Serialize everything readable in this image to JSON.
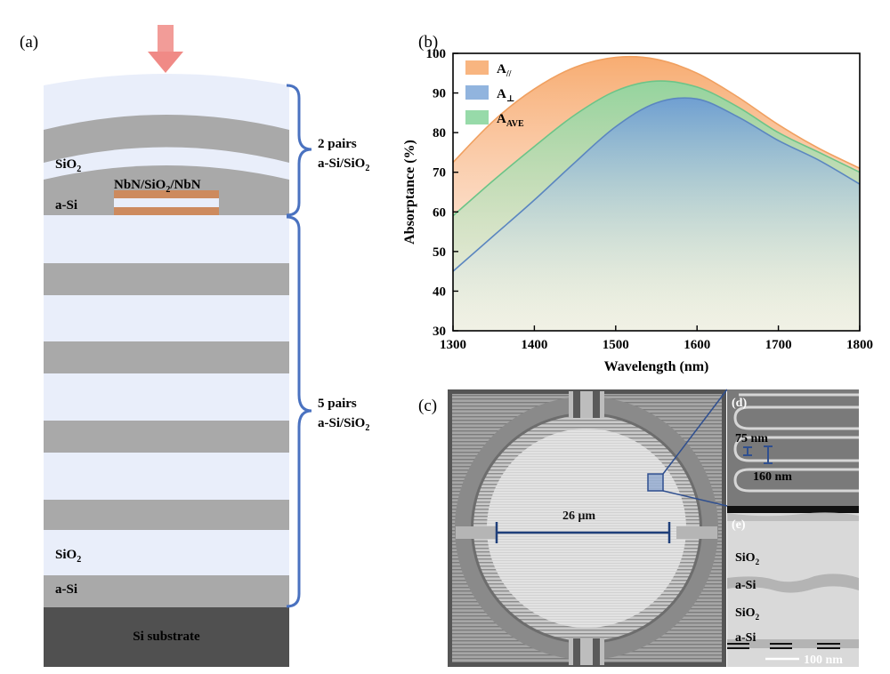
{
  "panels": {
    "a": {
      "label": "(a)",
      "top_pairs": "2 pairs",
      "top_pairs_mat": "a-Si/SiO",
      "bottom_pairs": "5 pairs",
      "bottom_pairs_mat": "a-Si/SiO",
      "sub2": "2",
      "sio2_top": "SiO",
      "asi_top": "a-Si",
      "nanowire": {
        "p1": "NbN/SiO",
        "p2": "/NbN"
      },
      "sio2_bottom": "SiO",
      "asi_bottom": "a-Si",
      "substrate": "Si substrate",
      "colors": {
        "sio2": "#e9eefa",
        "asi": "#a9a9a9",
        "substrate": "#505050",
        "nbn": "#cd8a5e",
        "arrow": "#f08a86",
        "brace": "#4a72c0"
      }
    },
    "b": {
      "label": "(b)",
      "legend": [
        {
          "key": "A",
          "sub": "//",
          "color": "#f7a86a"
        },
        {
          "key": "A",
          "sub": "⊥",
          "color": "#7ea7d8"
        },
        {
          "key": "A",
          "sub": "AVE",
          "color": "#85d39a"
        }
      ]
    },
    "c": {
      "label": "(c)",
      "scale_text": "26 μm"
    },
    "d": {
      "label": "(d)",
      "w1": "75 nm",
      "w2": "160 nm"
    },
    "e": {
      "label": "(e)",
      "l1": "SiO",
      "l2": "a-Si",
      "l3": "SiO",
      "l4": "a-Si",
      "sub2": "2",
      "scale": "100 nm"
    }
  },
  "chart_data": {
    "type": "area",
    "xlabel": "Wavelength (nm)",
    "ylabel": "Absorptance (%)",
    "xlim": [
      1300,
      1800
    ],
    "ylim": [
      30,
      100
    ],
    "xticks": [
      1300,
      1400,
      1500,
      1600,
      1700,
      1800
    ],
    "yticks": [
      30,
      40,
      50,
      60,
      70,
      80,
      90,
      100
    ],
    "grid": false,
    "legend_position": "top-left",
    "x": [
      1300,
      1350,
      1400,
      1450,
      1500,
      1550,
      1600,
      1650,
      1700,
      1750,
      1800
    ],
    "series": [
      {
        "name": "A//",
        "color": "#f7a86a",
        "values": [
          72.5,
          83,
          91,
          96.5,
          99,
          98.5,
          95,
          89,
          82,
          76,
          71
        ]
      },
      {
        "name": "AAVE",
        "color": "#85d39a",
        "values": [
          59,
          68,
          76.5,
          84.5,
          90.5,
          93,
          91.5,
          86.5,
          80,
          75,
          70
        ]
      },
      {
        "name": "A⊥",
        "color": "#7ea7d8",
        "values": [
          45,
          54,
          63,
          72.5,
          81.5,
          87.5,
          88.5,
          84,
          78,
          73,
          67
        ]
      }
    ]
  }
}
